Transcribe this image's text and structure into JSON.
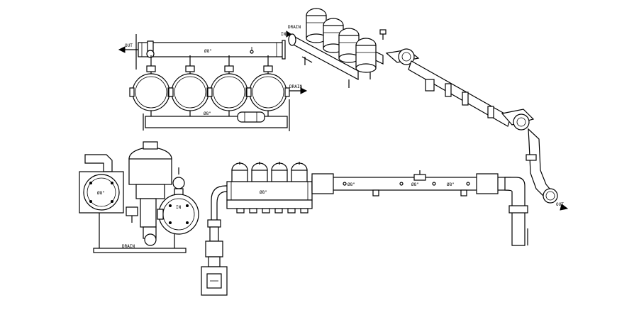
{
  "drawing": {
    "top_view": {
      "out_label": "OUT",
      "top_pipe_label": "Ø8\"",
      "drain_label": "DRAIN",
      "bottom_pipe_label": "Ø8\""
    },
    "isometric_view": {
      "drain_label": "DRAIN",
      "in_label": "IN",
      "out_label": "OUT"
    },
    "side_view": {
      "left_flange_label": "Ø8\"",
      "in_label": "IN",
      "drain_label": "DRAIN"
    },
    "front_view": {
      "manifold_label": "Ø8\"",
      "pipe_label_1": "Ø8\"",
      "pipe_label_2": "Ø8\"",
      "pipe_label_3": "Ø8\""
    }
  }
}
